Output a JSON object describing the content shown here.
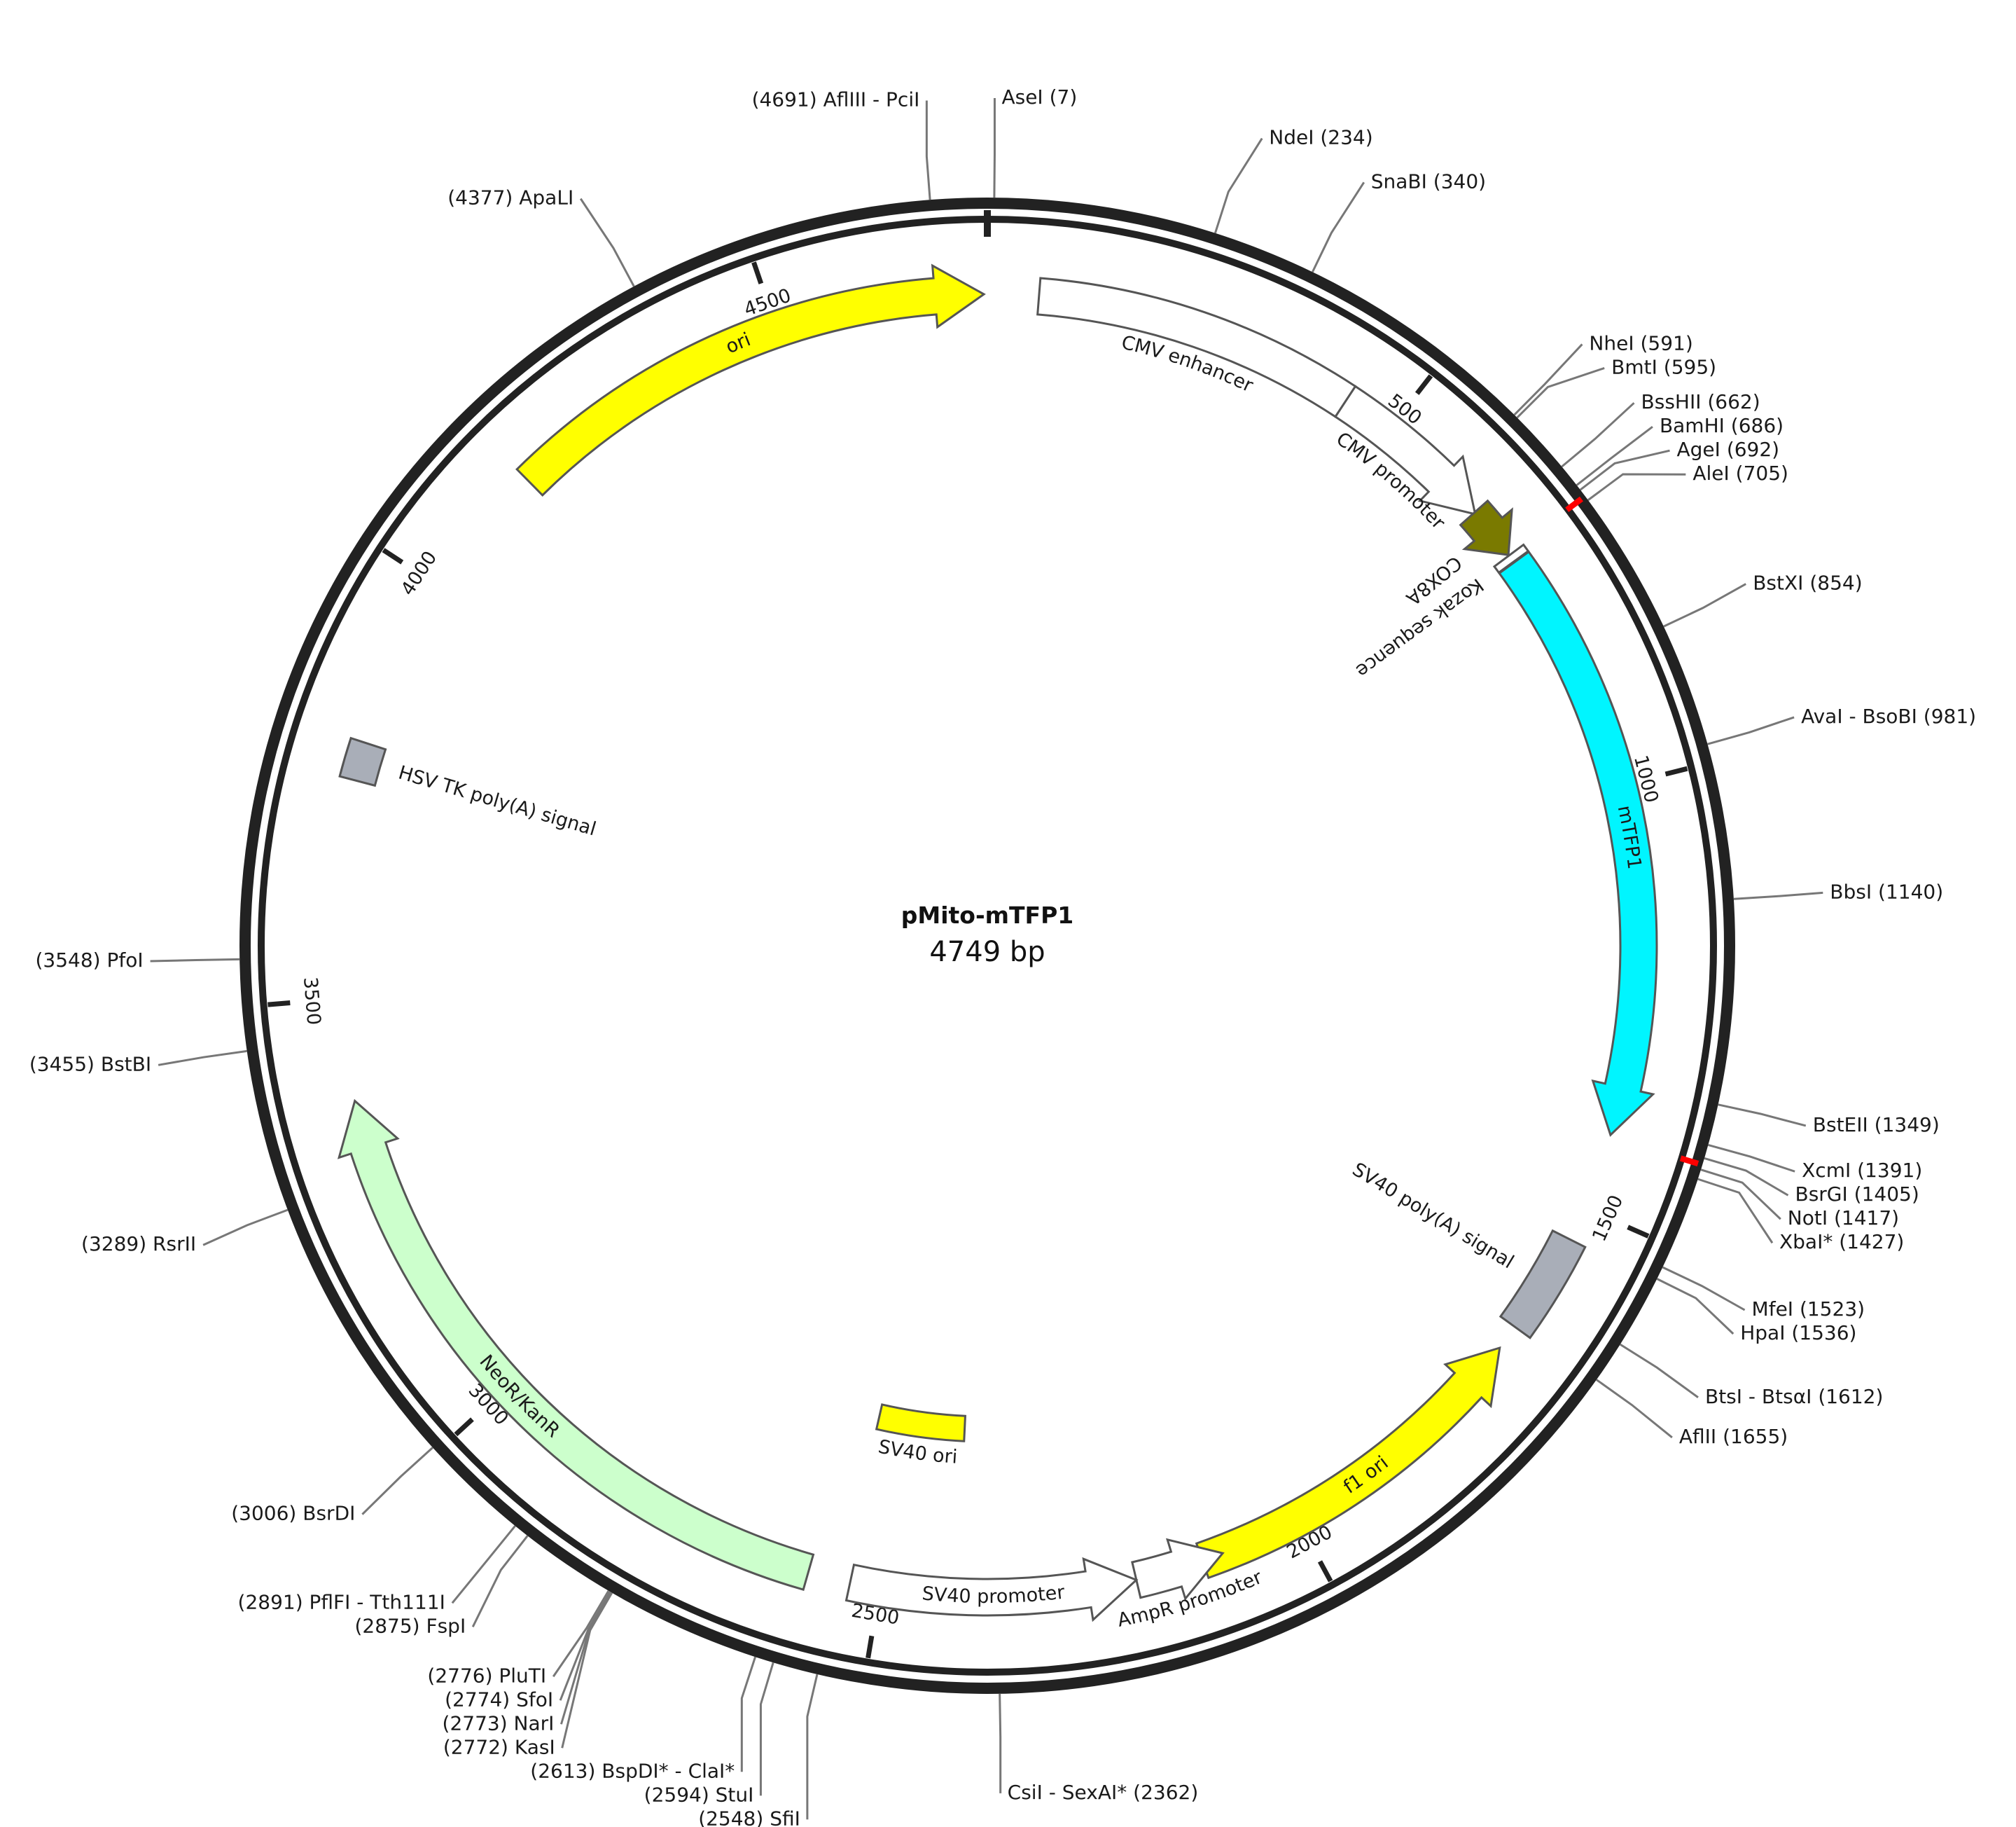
{
  "plasmid": {
    "name": "pMito-mTFP1",
    "length_bp": 4749,
    "size_label": "4749 bp"
  },
  "ticks": [
    {
      "bp": 500,
      "label": "500"
    },
    {
      "bp": 1000,
      "label": "1000"
    },
    {
      "bp": 1500,
      "label": "1500"
    },
    {
      "bp": 2000,
      "label": "2000"
    },
    {
      "bp": 2500,
      "label": "2500"
    },
    {
      "bp": 3000,
      "label": "3000"
    },
    {
      "bp": 3500,
      "label": "3500"
    },
    {
      "bp": 4000,
      "label": "4000"
    },
    {
      "bp": 4500,
      "label": "4500"
    }
  ],
  "features": [
    {
      "name": "CMV enhancer",
      "start": 60,
      "end": 440,
      "strand": 1,
      "color": "#ffffff",
      "track": 0,
      "arrow": false
    },
    {
      "name": "CMV promoter",
      "start": 440,
      "end": 640,
      "strand": 1,
      "color": "#ffffff",
      "track": 0,
      "arrow": true
    },
    {
      "name": "COX8A",
      "start": 638,
      "end": 701,
      "strand": 1,
      "color": "#7a7a00",
      "track": 0,
      "arrow": true
    },
    {
      "name": "Kozak sequence",
      "start": 702,
      "end": 711,
      "strand": 1,
      "color": "#ffffff",
      "track": 0,
      "arrow": false
    },
    {
      "name": "mTFP1",
      "start": 712,
      "end": 1410,
      "strand": 1,
      "color": "#00f5ff",
      "track": 0,
      "arrow": true
    },
    {
      "name": "SV40 poly(A) signal",
      "start": 1540,
      "end": 1660,
      "strand": 1,
      "color": "#a9aeb8",
      "track": 0,
      "arrow": false
    },
    {
      "name": "f1 ori",
      "start": 1690,
      "end": 2120,
      "strand": -1,
      "color": "#ffff00",
      "track": 0,
      "arrow": true
    },
    {
      "name": "AmpR promoter",
      "start": 2095,
      "end": 2200,
      "strand": -1,
      "color": "#ffffff",
      "track": 0,
      "arrow": true
    },
    {
      "name": "SV40 promoter",
      "start": 2200,
      "end": 2535,
      "strand": -1,
      "color": "#ffffff",
      "track": 0,
      "arrow": true
    },
    {
      "name": "SV40 ori",
      "start": 2410,
      "end": 2545,
      "strand": 1,
      "color": "#ffff00",
      "track": 1,
      "arrow": false
    },
    {
      "name": "NeoR/KanR",
      "start": 2585,
      "end": 3380,
      "strand": 1,
      "color": "#ccffcc",
      "track": 0,
      "arrow": true
    },
    {
      "name": "HSV TK poly(A) signal",
      "start": 3755,
      "end": 3800,
      "strand": -1,
      "color": "#a9aeb8",
      "track": 0,
      "arrow": false
    },
    {
      "name": "ori",
      "start": 4160,
      "end": 4745,
      "strand": 1,
      "color": "#ffff00",
      "track": 0,
      "arrow": true
    }
  ],
  "sites": [
    {
      "name": "AseI",
      "pos": 7,
      "label": "AseI  (7)"
    },
    {
      "name": "NdeI",
      "pos": 234,
      "label": "NdeI  (234)"
    },
    {
      "name": "SnaBI",
      "pos": 340,
      "label": "SnaBI  (340)"
    },
    {
      "name": "NheI",
      "pos": 591,
      "label": "NheI  (591)"
    },
    {
      "name": "BmtI",
      "pos": 595,
      "label": "BmtI  (595)"
    },
    {
      "name": "BssHII",
      "pos": 662,
      "label": "BssHII  (662)"
    },
    {
      "name": "BamHI",
      "pos": 686,
      "label": "BamHI  (686)"
    },
    {
      "name": "AgeI",
      "pos": 692,
      "label": "AgeI  (692)"
    },
    {
      "name": "AleI",
      "pos": 705,
      "label": "AleI  (705)"
    },
    {
      "name": "BstXI",
      "pos": 854,
      "label": "BstXI  (854)"
    },
    {
      "name": "AvaI - BsoBI",
      "pos": 981,
      "label": "AvaI - BsoBI  (981)"
    },
    {
      "name": "BbsI",
      "pos": 1140,
      "label": "BbsI  (1140)"
    },
    {
      "name": "BstEII",
      "pos": 1349,
      "label": "BstEII  (1349)"
    },
    {
      "name": "XcmI",
      "pos": 1391,
      "label": "XcmI  (1391)"
    },
    {
      "name": "BsrGI",
      "pos": 1405,
      "label": "BsrGI  (1405)"
    },
    {
      "name": "NotI",
      "pos": 1417,
      "label": "NotI  (1417)"
    },
    {
      "name": "XbaI*",
      "pos": 1427,
      "label": "XbaI*  (1427)"
    },
    {
      "name": "MfeI",
      "pos": 1523,
      "label": "MfeI  (1523)"
    },
    {
      "name": "HpaI",
      "pos": 1536,
      "label": "HpaI  (1536)"
    },
    {
      "name": "BtsI - BtsαI",
      "pos": 1612,
      "label": "BtsI - BtsαI  (1612)"
    },
    {
      "name": "AflII",
      "pos": 1655,
      "label": "AflII  (1655)"
    },
    {
      "name": "CsiI - SexAI*",
      "pos": 2362,
      "label": "CsiI - SexAI*  (2362)"
    },
    {
      "name": "SfiI",
      "pos": 2548,
      "label": "(2548)  SfiI"
    },
    {
      "name": "StuI",
      "pos": 2594,
      "label": "(2594)  StuI"
    },
    {
      "name": "BspDI* - ClaI*",
      "pos": 2613,
      "label": "(2613)  BspDI* - ClaI*"
    },
    {
      "name": "KasI",
      "pos": 2772,
      "label": "(2772)  KasI"
    },
    {
      "name": "NarI",
      "pos": 2773,
      "label": "(2773)  NarI"
    },
    {
      "name": "SfoI",
      "pos": 2774,
      "label": "(2774)  SfoI"
    },
    {
      "name": "PluTI",
      "pos": 2776,
      "label": "(2776)  PluTI"
    },
    {
      "name": "FspI",
      "pos": 2875,
      "label": "(2875)  FspI"
    },
    {
      "name": "PflFI - Tth111I",
      "pos": 2891,
      "label": "(2891)  PflFI - Tth111I"
    },
    {
      "name": "BsrDI",
      "pos": 3006,
      "label": "(3006)  BsrDI"
    },
    {
      "name": "RsrII",
      "pos": 3289,
      "label": "(3289)  RsrII"
    },
    {
      "name": "BstBI",
      "pos": 3455,
      "label": "(3455)  BstBI"
    },
    {
      "name": "PfoI",
      "pos": 3548,
      "label": "(3548)  PfoI"
    },
    {
      "name": "ApaLI",
      "pos": 4377,
      "label": "(4377)  ApaLI"
    },
    {
      "name": "AflIII - PciI",
      "pos": 4691,
      "label": "(4691)  AflIII - PciI"
    }
  ],
  "red_marks": [
    {
      "pos": 700,
      "color": "#ff0000"
    },
    {
      "pos": 1412,
      "color": "#ff0000"
    }
  ]
}
